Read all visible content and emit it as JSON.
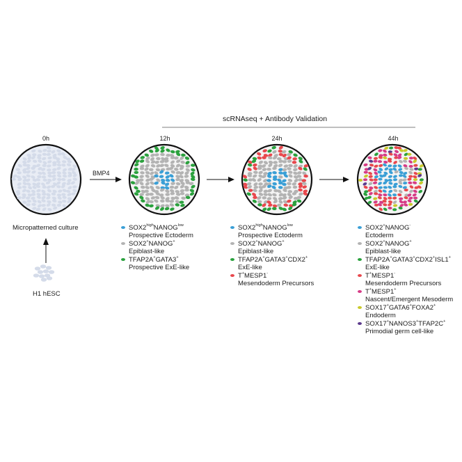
{
  "header": {
    "banner": "scRNAseq + Antibody Validation"
  },
  "stages": [
    {
      "time": "0h"
    },
    {
      "time": "12h"
    },
    {
      "time": "24h"
    },
    {
      "time": "44h"
    }
  ],
  "labels": {
    "bmp4": "BMP4",
    "culture": "Micropatterned culture",
    "source": "H1 hESC"
  },
  "colors": {
    "ectoderm": "#3a9fd6",
    "epiblast": "#b3b3b3",
    "exe": "#2aa13d",
    "mesendo": "#e8484d",
    "nascent": "#d63b86",
    "endoderm": "#c9c92a",
    "pgc": "#5b3a8c",
    "plate": "#e9edf5"
  },
  "legends": [
    {
      "stage": "12h",
      "items": [
        {
          "color": "#3a9fd6",
          "label": [
            "SOX2",
            "high",
            "NANOG",
            "low"
          ],
          "desc": "Prospective Ectoderm"
        },
        {
          "color": "#b3b3b3",
          "label": [
            "SOX2",
            "+",
            "NANOG",
            "+"
          ],
          "desc": "Epiblast-like"
        },
        {
          "color": "#2aa13d",
          "label": [
            "TFAP2A",
            "+",
            "GATA3",
            "+"
          ],
          "desc": "Prospective ExE-like"
        }
      ]
    },
    {
      "stage": "24h",
      "items": [
        {
          "color": "#3a9fd6",
          "label": [
            "SOX2",
            "high",
            "NANOG",
            "low"
          ],
          "desc": "Prospective Ectoderm"
        },
        {
          "color": "#b3b3b3",
          "label": [
            "SOX2",
            "+",
            "NANOG",
            "+"
          ],
          "desc": "Epiblast-like"
        },
        {
          "color": "#2aa13d",
          "label": [
            "TFAP2A",
            "+",
            "GATA3",
            "+",
            "CDX2",
            "+"
          ],
          "desc": "ExE-like"
        },
        {
          "color": "#e8484d",
          "label": [
            "T",
            "+",
            "MESP1",
            "-"
          ],
          "desc": "Mesendoderm Precursors"
        }
      ]
    },
    {
      "stage": "44h",
      "items": [
        {
          "color": "#3a9fd6",
          "label": [
            "SOX2",
            "+",
            "NANOG",
            "-"
          ],
          "desc": "Ectoderm"
        },
        {
          "color": "#b3b3b3",
          "label": [
            "SOX2",
            "+",
            "NANOG",
            "+"
          ],
          "desc": "Epiblast-like"
        },
        {
          "color": "#2aa13d",
          "label": [
            "TFAP2A",
            "+",
            "GATA3",
            "+",
            "CDX2",
            "+",
            "ISL1",
            "+"
          ],
          "desc": "ExE-like"
        },
        {
          "color": "#e8484d",
          "label": [
            "T",
            "+",
            "MESP1",
            "-"
          ],
          "desc": "Mesendoderm Precursors"
        },
        {
          "color": "#d63b86",
          "label": [
            "T",
            "+",
            "MESP1",
            "+"
          ],
          "desc": "Nascent/Emergent Mesoderm"
        },
        {
          "color": "#c9c92a",
          "label": [
            "SOX17",
            "+",
            "GATA6",
            "+",
            "FOXA2",
            "+"
          ],
          "desc": "Endoderm"
        },
        {
          "color": "#5b3a8c",
          "label": [
            "SOX17",
            "+",
            "NANOS3",
            "+",
            "TFAP2C",
            "+"
          ],
          "desc": "Primodial germ cell-like"
        }
      ]
    }
  ]
}
